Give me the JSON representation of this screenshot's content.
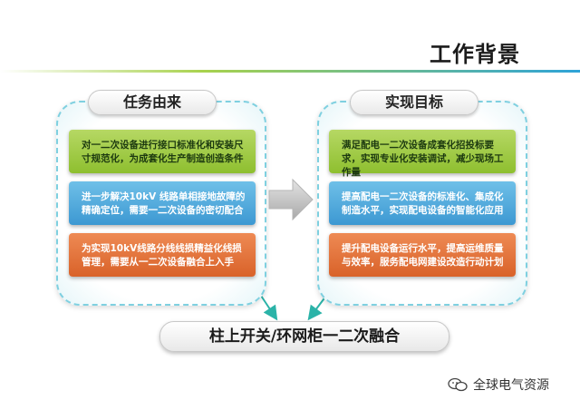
{
  "header": {
    "title": "工作背景"
  },
  "left_panel": {
    "label": "任务由来",
    "items": [
      "对一二次设备进行接口标准化和安装尺寸规范化，为成套化生产制造创造条件",
      "进一步解决10kV 线路单相接地故障的精确定位，需要一二次设备的密切配合",
      "为实现10kV线路分线线损精益化线损管理，需要从一二次设备融合上入手"
    ]
  },
  "right_panel": {
    "label": "实现目标",
    "items": [
      "满足配电一二次设备成套化招投标要求，实现专业化安装调试，减少现场工作量",
      "提高配电一二次设备的标准化、集成化制造水平，实现配电设备的智能化应用",
      "提升配电设备运行水平，提高运维质量与效率，服务配电网建设改造行动计划"
    ]
  },
  "bottom": {
    "label": "柱上开关/环网柜一二次融合"
  },
  "watermark": {
    "text": "全球电气资源"
  },
  "colors": {
    "green": "#9fcb3f",
    "blue": "#4ea9dc",
    "orange": "#e3733b",
    "accent": "#2ea3d8"
  }
}
